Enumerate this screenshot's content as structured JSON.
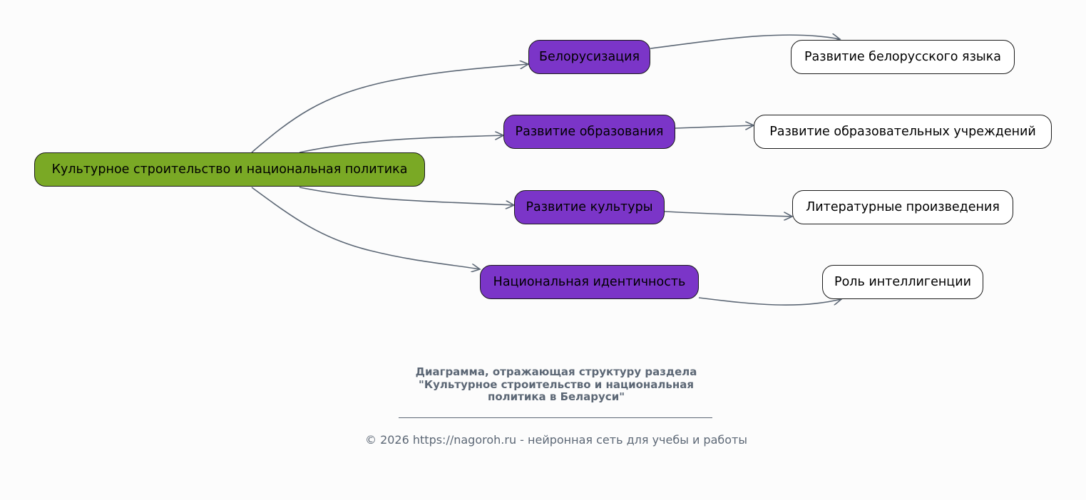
{
  "colors": {
    "root_fill": "#7aa925",
    "branch_fill": "#7b35c8",
    "leaf_fill": "#ffffff",
    "edge": "#5c6775",
    "caption_text": "#5c6775"
  },
  "root": {
    "label": "Культурное строительство и национальная политика"
  },
  "branches": [
    {
      "label": "Белорусизация",
      "child": "Развитие белорусского языка"
    },
    {
      "label": "Развитие образования",
      "child": "Развитие образовательных учреждений"
    },
    {
      "label": "Развитие культуры",
      "child": "Литературные произведения"
    },
    {
      "label": "Национальная идентичность",
      "child": "Роль интеллигенции"
    }
  ],
  "caption": "Диаграмма, отражающая структуру раздела\n\"Культурное строительство и национальная\nполитика в Беларуси\"",
  "footer": "© 2026 https://nagoroh.ru - нейронная сеть для учебы и работы"
}
